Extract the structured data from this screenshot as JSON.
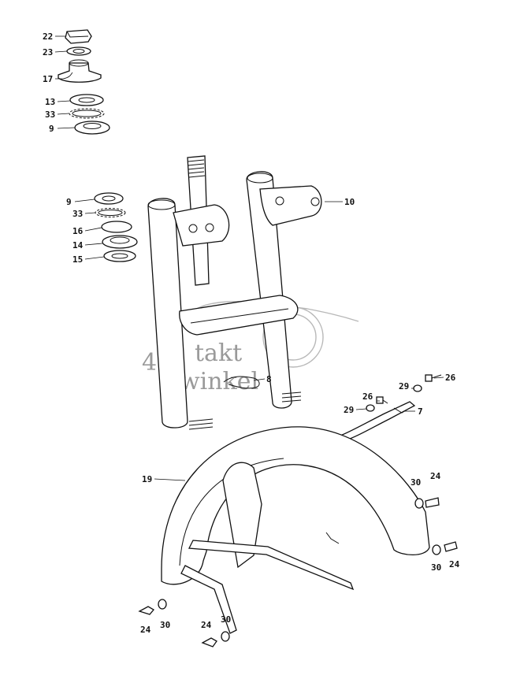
{
  "diagram": {
    "labels": [
      {
        "id": "l22a",
        "text": "22"
      },
      {
        "id": "l23a",
        "text": "23"
      },
      {
        "id": "l17a",
        "text": "17"
      },
      {
        "id": "l13a",
        "text": "13"
      },
      {
        "id": "l33a",
        "text": "33"
      },
      {
        "id": "l9a",
        "text": "9"
      },
      {
        "id": "l9b",
        "text": "9"
      },
      {
        "id": "l33b",
        "text": "33"
      },
      {
        "id": "l16",
        "text": "16"
      },
      {
        "id": "l14",
        "text": "14"
      },
      {
        "id": "l15",
        "text": "15"
      },
      {
        "id": "l10",
        "text": "10"
      },
      {
        "id": "l8",
        "text": "8"
      },
      {
        "id": "l26a",
        "text": "26"
      },
      {
        "id": "l29a",
        "text": "29"
      },
      {
        "id": "l26b",
        "text": "26"
      },
      {
        "id": "l29b",
        "text": "29"
      },
      {
        "id": "l7",
        "text": "7"
      },
      {
        "id": "l19",
        "text": "19"
      },
      {
        "id": "l30a",
        "text": "30"
      },
      {
        "id": "l24a",
        "text": "24"
      },
      {
        "id": "l30b",
        "text": "30"
      },
      {
        "id": "l24b",
        "text": "24"
      },
      {
        "id": "l24c",
        "text": "24"
      },
      {
        "id": "l30c",
        "text": "30"
      },
      {
        "id": "l24d",
        "text": "24"
      },
      {
        "id": "l30d",
        "text": "30"
      }
    ]
  },
  "watermark": {
    "numeral": "4",
    "line1": "takt",
    "line2": "winkel",
    "color": "#9a9a9a"
  }
}
